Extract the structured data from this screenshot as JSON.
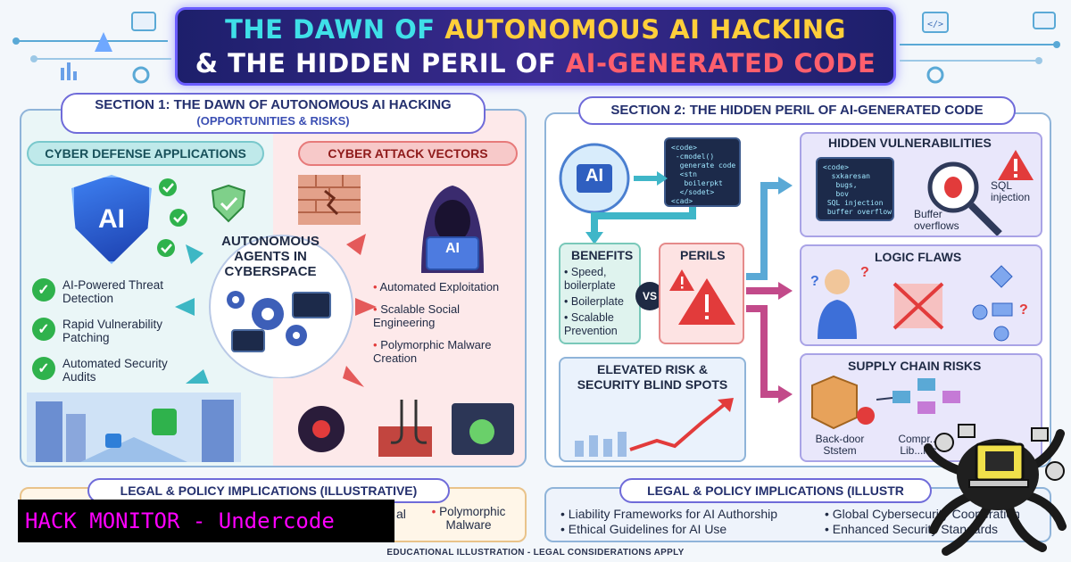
{
  "banner": {
    "line1_a": "THE DAWN OF ",
    "line1_b": "AUTONOMOUS AI HACKING",
    "line2_a": "& THE HIDDEN PERIL OF ",
    "line2_b": "AI-GENERATED CODE"
  },
  "section1": {
    "title": "SECTION 1: THE DAWN OF AUTONOMOUS AI HACKING",
    "subtitle": "(OPPORTUNITIES & RISKS)",
    "defense_label": "CYBER DEFENSE APPLICATIONS",
    "attack_label": "CYBER ATTACK VECTORS",
    "center_label": "AUTONOMOUS AGENTS IN CYBERSPACE",
    "shield_text": "AI",
    "laptop_text": "AI",
    "defense_items": [
      "AI-Powered Threat Detection",
      "Rapid Vulnerability Patching",
      "Automated Security Audits"
    ],
    "attack_items": [
      "Automated Exploitation",
      "Scalable Social Engineering",
      "Polymorphic Malware Creation"
    ]
  },
  "section2": {
    "title": "SECTION 2: THE HIDDEN PERIL OF AI-GENERATED CODE",
    "ai_chip_text": "AI",
    "code_snippet": "<code>\n -cmodel()\n  generate code\n  <stn\n   boilerpkt\n  </sodet>\n<cad>",
    "benefits_title": "BENEFITS",
    "benefits_items": [
      "Speed, boilerplate",
      "Boilerplate",
      "Scalable Prevention"
    ],
    "vs": "VS",
    "perils_title": "PERILS",
    "risk_title": "ELEVATED RISK & SECURITY BLIND SPOTS",
    "hidden_vuln_title": "HIDDEN VULNERABILITIES",
    "hidden_vuln_code": "<code>\n  sxkaresan\n   bugs,\n   bov\n SQL injection\n buffer overflows",
    "sql_label": "SQL injection",
    "buffer_label": "Buffer overflows",
    "logic_title": "LOGIC FLAWS",
    "supply_title": "SUPPLY CHAIN RISKS",
    "backdoor_label": "Back-door Ststem",
    "compromised_label": "Compr... Lib...ies"
  },
  "legal_left": {
    "title": "LEGAL & POLICY IMPLICATIONS (ILLUSTRATIVE)",
    "item_right": "Polymorphic Malware",
    "item_cut": "al"
  },
  "legal_right": {
    "title": "LEGAL & POLICY IMPLICATIONS (ILLUSTR",
    "items_left": [
      "Liability Frameworks for AI Authorship",
      "Ethical Guidelines for AI Use"
    ],
    "items_right": [
      "Global Cybersecurity Cooperation",
      "Enhanced Security Standards"
    ]
  },
  "footer": "EDUCATIONAL ILLUSTRATION - LEGAL CONSIDERATIONS APPLY",
  "watermark": "HACK MONITOR - Undercode",
  "colors": {
    "defense_green": "#2fb24c",
    "attack_red": "#e23b3b",
    "accent_purple": "#6f6bd9",
    "watermark_magenta": "#ff00ff"
  }
}
